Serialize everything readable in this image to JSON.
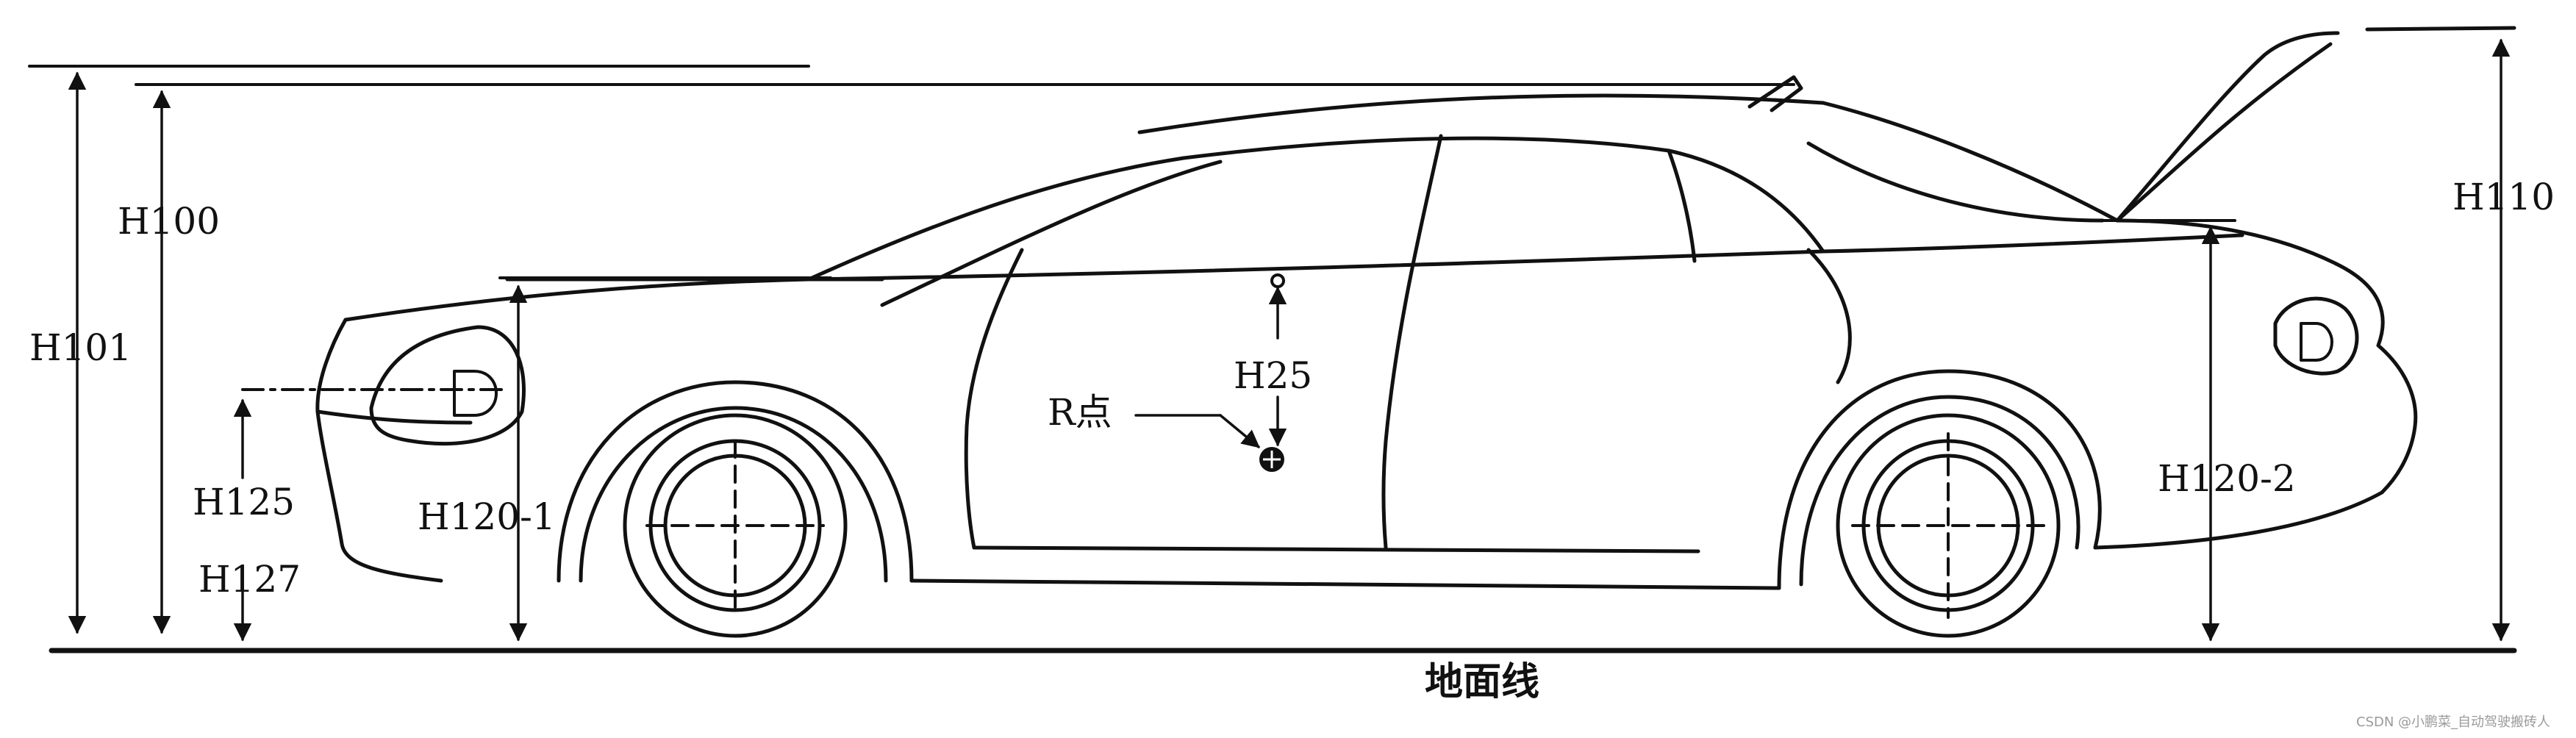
{
  "labels": {
    "h101": "H101",
    "h100": "H100",
    "h125": "H125",
    "h127": "H127",
    "h120_1": "H120-1",
    "r_point": "R点",
    "h25": "H25",
    "h120_2": "H120-2",
    "h110": "H110",
    "ground_line": "地面线"
  },
  "watermark": "CSDN @小鹏菜_自动驾驶搬砖人",
  "colors": {
    "ink": "#111111",
    "background": "#ffffff",
    "watermark": "#9a9a9a"
  }
}
